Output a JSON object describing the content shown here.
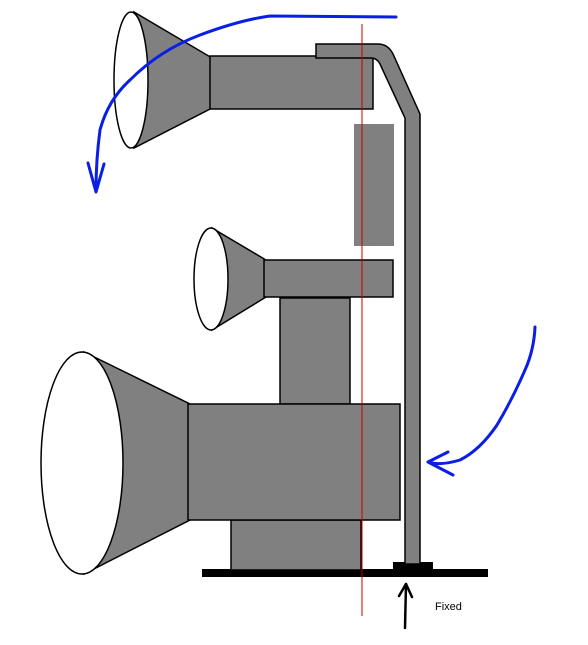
{
  "labels": {
    "fixed": "Fixed"
  },
  "colors": {
    "body_gray": "#808080",
    "outline": "#000000",
    "arrow_blue": "#0a1ee6",
    "reference_line": "#cc0000",
    "background": "#ffffff"
  },
  "components": [
    "top-horn-speaker",
    "middle-horn-speaker",
    "bottom-horn-speaker",
    "support-rod",
    "mount-block",
    "base-bar",
    "reference-line"
  ],
  "icons": {
    "fixed_point_arrow": "up-arrow-icon",
    "flow_arrows": "curved-arrow-icon"
  }
}
